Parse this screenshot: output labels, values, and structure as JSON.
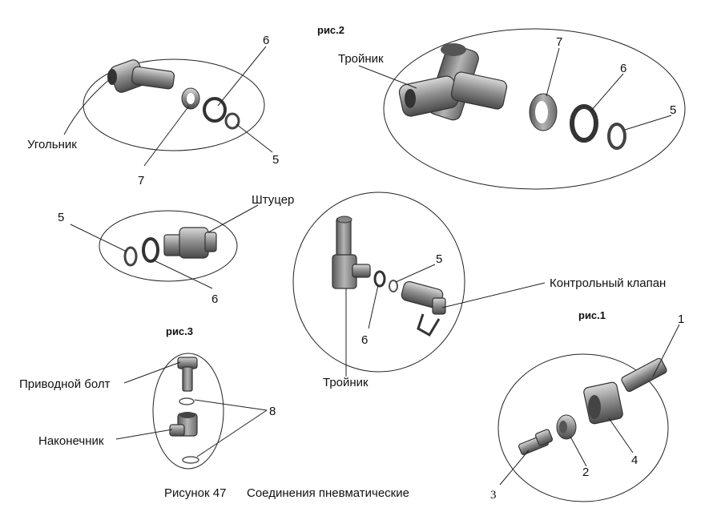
{
  "figure": {
    "caption_number": "Рисунок 47",
    "caption_title": "Соединения пневматические"
  },
  "labels": {
    "ris2": "рис.2",
    "ris3": "рис.3",
    "ris1": "рис.1",
    "ugolnik": "Угольник",
    "troinik": "Тройник",
    "shtutser": "Штуцер",
    "kontrolnyi_klapan": "Контрольный клапан",
    "privodnoi_bolt": "Приводной болт",
    "nakonechnik": "Наконечник",
    "n1": "1",
    "n2": "2",
    "n3": "3",
    "n4": "4",
    "n5": "5",
    "n6": "6",
    "n7": "7",
    "n8": "8"
  },
  "colors": {
    "ink": "#222222",
    "metal_dark": "#555555",
    "metal_mid": "#8a8a8a",
    "metal_light": "#c8c8c8"
  }
}
